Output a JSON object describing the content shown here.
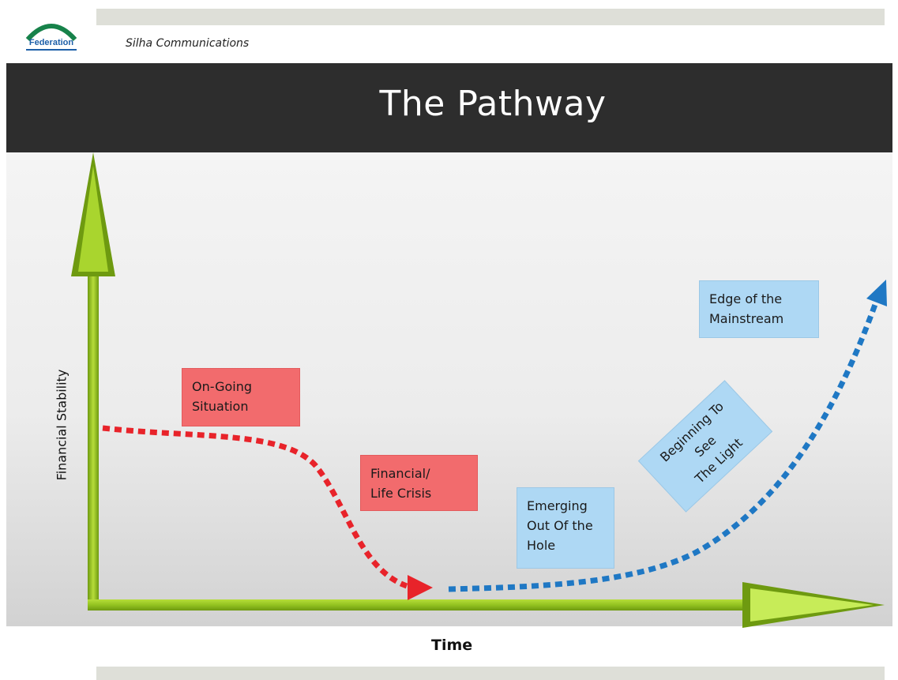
{
  "header": {
    "logo_text": "Federation",
    "company": "Silha Communications",
    "title": "The Pathway"
  },
  "axes": {
    "y_label": "Financial Stability",
    "x_label": "Time"
  },
  "stages": [
    {
      "label_lines": [
        "On-Going",
        "Situation"
      ],
      "color": "#f26b6d"
    },
    {
      "label_lines": [
        "Financial/",
        "Life Crisis"
      ],
      "color": "#f26b6d"
    },
    {
      "label_lines": [
        "Emerging",
        "Out Of the",
        "Hole"
      ],
      "color": "#aed8f4"
    },
    {
      "label_lines": [
        "Beginning To See",
        "The Light"
      ],
      "color": "#aed8f4"
    },
    {
      "label_lines": [
        "Edge of the",
        "Mainstream"
      ],
      "color": "#aed8f4"
    }
  ],
  "colors": {
    "banner": "#2d2d2d",
    "axis_green": "#8ebf1f",
    "decline_red": "#e8232a",
    "recovery_blue": "#1f78c4"
  }
}
